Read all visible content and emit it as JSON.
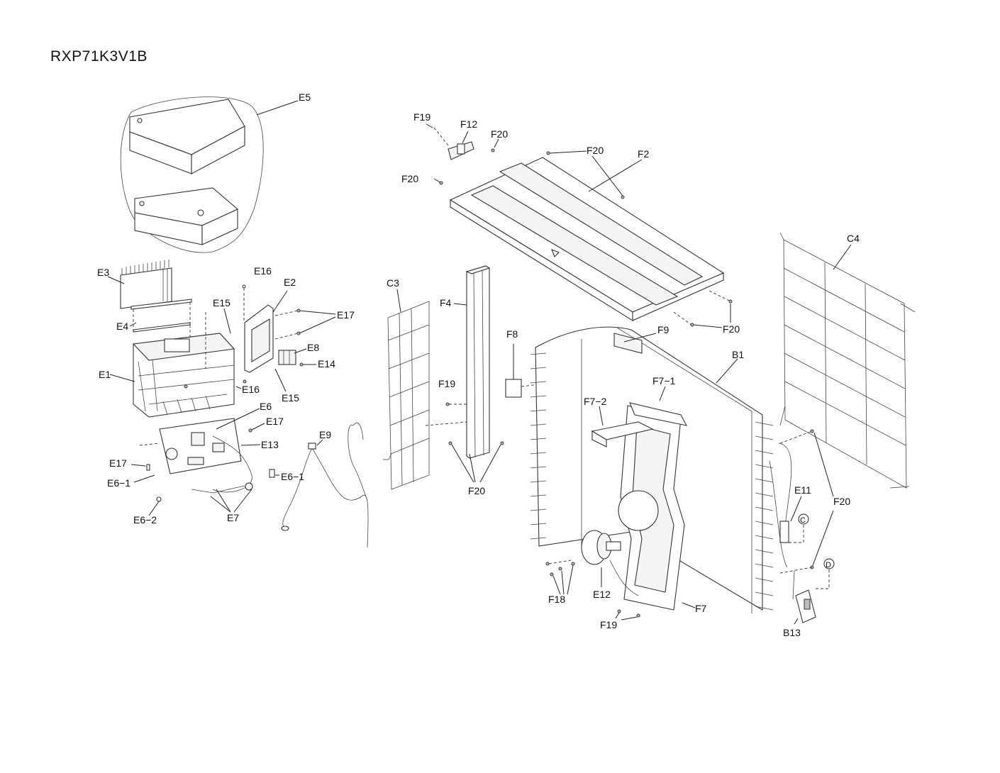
{
  "title": "RXP71K3V1B",
  "labels": {
    "E5": "E5",
    "E3": "E3",
    "E4": "E4",
    "E1": "E1",
    "E2": "E2",
    "E16a": "E16",
    "E16b": "E16",
    "E15a": "E15",
    "E15b": "E15",
    "E17a": "E17",
    "E17b": "E17",
    "E17c": "E17",
    "E8": "E8",
    "E14": "E14",
    "E6": "E6",
    "E13": "E13",
    "E6_1a": "E6−1",
    "E6_1b": "E6−1",
    "E6_2": "E6−2",
    "E7": "E7",
    "E9": "E9",
    "C3": "C3",
    "C4": "C4",
    "F4": "F4",
    "F8": "F8",
    "F19a": "F19",
    "F19b": "F19",
    "F19c": "F19",
    "F12": "F12",
    "F20a": "F20",
    "F20b": "F20",
    "F20c": "F20",
    "F20d": "F20",
    "F20e": "F20",
    "F20f": "F20",
    "F2": "F2",
    "F9": "F9",
    "B1": "B1",
    "F7_1": "F7−1",
    "F7_2": "F7−2",
    "F7": "F7",
    "F18": "F18",
    "E12": "E12",
    "E11": "E11",
    "B13": "B13",
    "markC": "C",
    "markD": "D"
  }
}
